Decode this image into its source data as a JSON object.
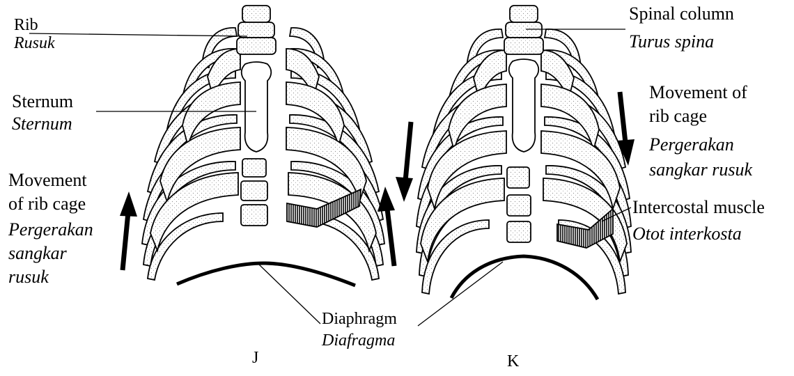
{
  "figure_J": {
    "rib": {
      "en": "Rib",
      "ms": "Rusuk"
    },
    "sternum": {
      "en": "Sternum",
      "ms": "Sternum"
    },
    "movement": {
      "en_line1": "Movement",
      "en_line2": "of rib cage",
      "ms_line1": "Pergerakan",
      "ms_line2": "sangkar",
      "ms_line3": "rusuk"
    },
    "caption": "J"
  },
  "figure_K": {
    "spinal_column": {
      "en": "Spinal column",
      "ms": "Turus spina"
    },
    "movement": {
      "en_line1": "Movement of",
      "en_line2": "rib cage",
      "ms_line1": "Pergerakan",
      "ms_line2": "sangkar rusuk"
    },
    "intercostal": {
      "en": "Intercostal muscle",
      "ms": "Otot interkosta"
    },
    "caption": "K"
  },
  "diaphragm": {
    "en": "Diaphragm",
    "ms": "Diafragma"
  },
  "colors": {
    "line": "#000000",
    "fill": "#ffffff",
    "stipple": "#9a9a9a"
  }
}
